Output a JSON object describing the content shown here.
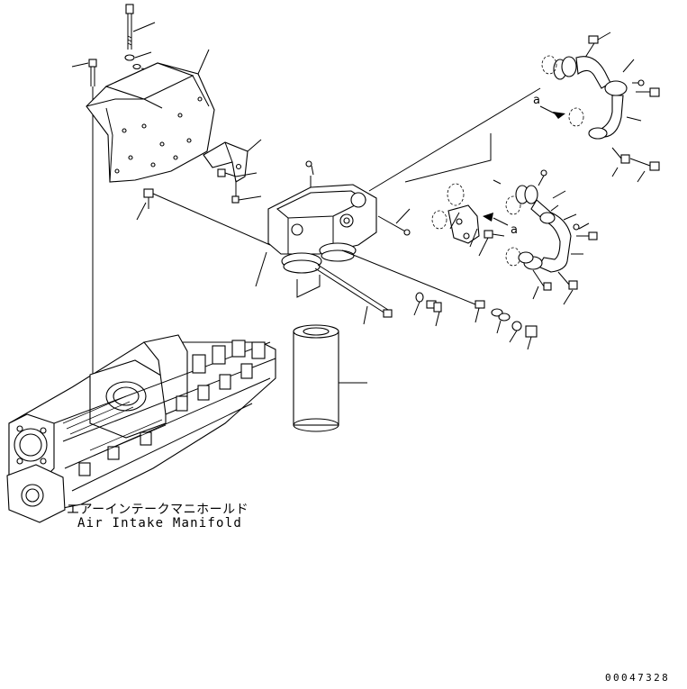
{
  "diagram": {
    "manifold_label_jp": "エアーインテークマニホールド",
    "manifold_label_en": "Air Intake Manifold",
    "drawing_code": "00047328",
    "reference_marks": [
      "a",
      "a"
    ]
  },
  "colors": {
    "background": "#ffffff",
    "line": "#000000"
  }
}
